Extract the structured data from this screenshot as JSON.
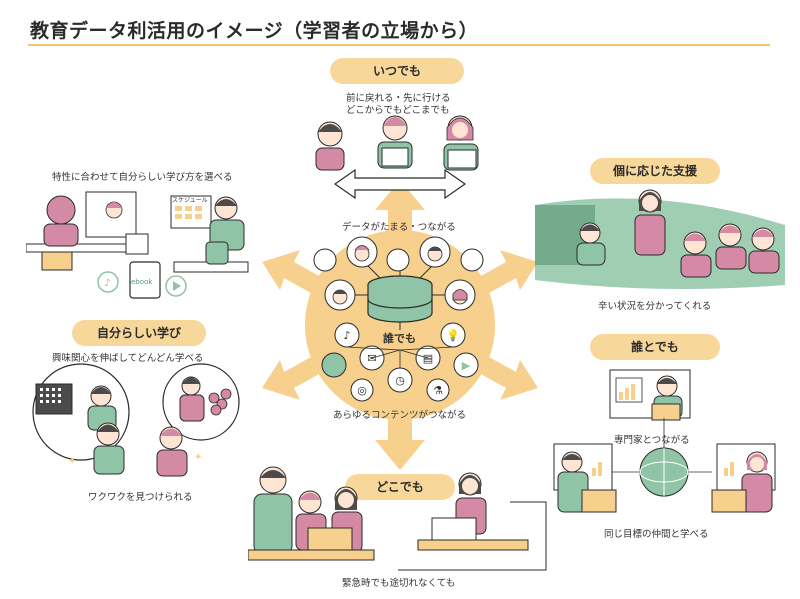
{
  "title": "教育データ利活用のイメージ（学習者の立場から）",
  "center": {
    "top_label": "データがたまる・つながる",
    "hub_label": "誰でも",
    "bottom_label": "あらゆるコンテンツがつながる",
    "book_label": "ebook"
  },
  "itsudemo": {
    "heading": "いつでも",
    "line1": "前に戻れる・先に行ける",
    "line2": "どこからでもどこまでも"
  },
  "tokusei": {
    "caption": "特性に合わせて自分らしい学び方を選べる",
    "schedule_label": "スケジュール"
  },
  "koni": {
    "heading": "個に応じた支援",
    "caption": "辛い状況を分かってくれる"
  },
  "jibun": {
    "heading": "自分らしい学び",
    "caption_top": "興味関心を伸ばしてどんどん学べる",
    "caption_bottom": "ワクワクを見つけられる"
  },
  "daretomo": {
    "heading": "誰とでも",
    "caption_top": "専門家とつながる",
    "caption_bottom": "同じ目標の仲間と学べる"
  },
  "dokodemo": {
    "heading": "どこでも",
    "caption": "緊急時でも途切れなくても"
  },
  "colors": {
    "accent_yellow": "#f8d79a",
    "arrow_yellow": "#f6d08c",
    "green": "#8fc5a6",
    "pink": "#d48aa4",
    "skin": "#fde4d3"
  }
}
